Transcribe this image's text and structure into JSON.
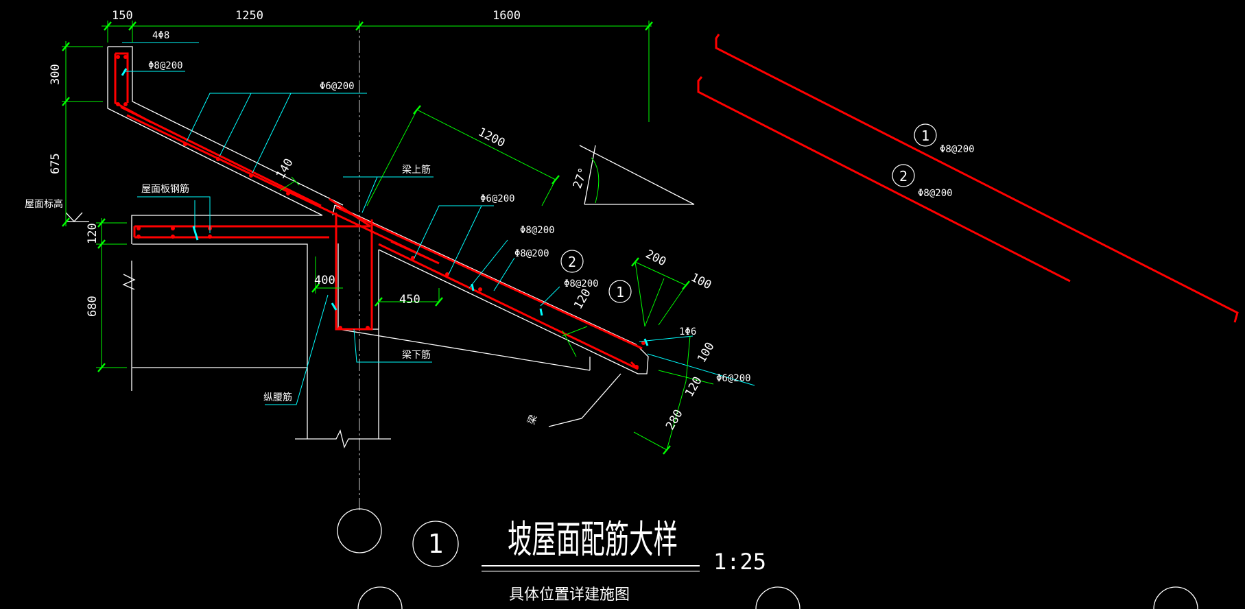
{
  "dims": {
    "d150": "150",
    "d1250": "1250",
    "d1600": "1600",
    "d300": "300",
    "d675": "675",
    "d120a": "120",
    "d680": "680",
    "d400": "400",
    "d450": "450",
    "d140": "140",
    "d1200": "1200",
    "d200": "200",
    "d100a": "100",
    "d120b": "120",
    "d100b": "100",
    "d120c": "120",
    "d280": "280",
    "angle": "27°"
  },
  "labels": {
    "top_bars": "4Φ8",
    "stirrup_parapet": "Φ8@200",
    "slab_top_dist": "Φ6@200",
    "roof_elev": "屋面标高",
    "roof_slab_bars": "屋面板钢筋",
    "beam_top_bars": "梁上筋",
    "mid_dist": "Φ6@200",
    "bar_a": "Φ8@200",
    "bar_b": "Φ8@200",
    "bar_c": "Φ8@200",
    "edge_bar": "1Φ6",
    "edge_dist": "Φ6@200",
    "beam_bottom_bars": "梁下筋",
    "waist_bars": "纵腰筋",
    "beam": "梁",
    "call2": "2",
    "call1": "1"
  },
  "bar_shapes": {
    "bar1_num": "1",
    "bar1_spec": "Φ8@200",
    "bar2_num": "2",
    "bar2_spec": "Φ8@200"
  },
  "title": {
    "number": "1",
    "text": "坡屋面配筋大样",
    "scale": "1:25",
    "subtitle": "具体位置详建施图"
  },
  "colors": {
    "background": "#000000",
    "concrete": "#ffffff",
    "rebar": "#ff0000",
    "dimension": "#00ff00",
    "leader": "#00ffff"
  }
}
